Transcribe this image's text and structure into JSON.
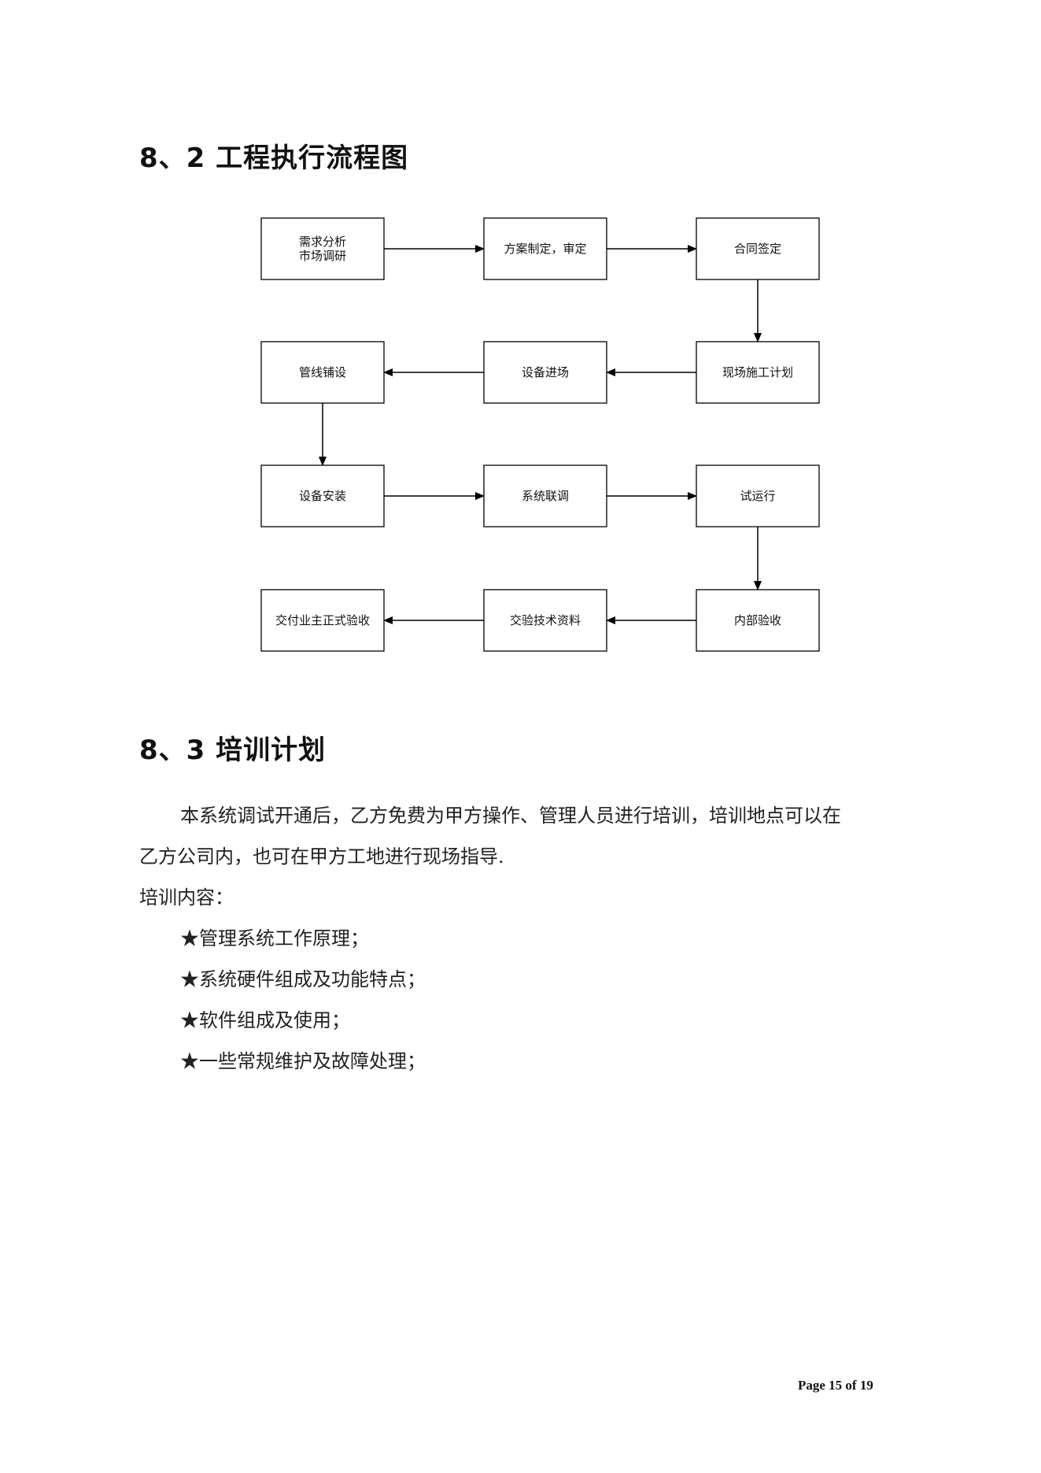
{
  "sections": [
    {
      "title": "8、2 工程执行流程图"
    },
    {
      "title": "8、3 培训计划"
    }
  ],
  "flow_nodes": [
    {
      "id": "n1",
      "lines": [
        "需求分析",
        "市场调研"
      ]
    },
    {
      "id": "n2",
      "lines": [
        "方案制定，审定"
      ]
    },
    {
      "id": "n3",
      "lines": [
        "合同签定"
      ]
    },
    {
      "id": "n4",
      "lines": [
        "现场施工计划"
      ]
    },
    {
      "id": "n5",
      "lines": [
        "设备进场"
      ]
    },
    {
      "id": "n6",
      "lines": [
        "管线铺设"
      ]
    },
    {
      "id": "n7",
      "lines": [
        "设备安装"
      ]
    },
    {
      "id": "n8",
      "lines": [
        "系统联调"
      ]
    },
    {
      "id": "n9",
      "lines": [
        "试运行"
      ]
    },
    {
      "id": "n10",
      "lines": [
        "内部验收"
      ]
    },
    {
      "id": "n11",
      "lines": [
        "交验技术资料"
      ]
    },
    {
      "id": "n12",
      "lines": [
        "交付业主正式验收"
      ]
    }
  ],
  "flow_edges": [
    [
      "n1",
      "n2"
    ],
    [
      "n2",
      "n3"
    ],
    [
      "n3",
      "n4"
    ],
    [
      "n4",
      "n5"
    ],
    [
      "n5",
      "n6"
    ],
    [
      "n6",
      "n7"
    ],
    [
      "n7",
      "n8"
    ],
    [
      "n8",
      "n9"
    ],
    [
      "n9",
      "n10"
    ],
    [
      "n10",
      "n11"
    ],
    [
      "n11",
      "n12"
    ]
  ],
  "training": {
    "intro_line1": "本系统调试开通后，乙方免费为甲方操作、管理人员进行培训，培训地点可以在",
    "intro_line2": "乙方公司内，也可在甲方工地进行现场指导.",
    "content_label": "培训内容：",
    "items": [
      "★管理系统工作原理；",
      "★系统硬件组成及功能特点；",
      "★软件组成及使用；",
      "★一些常规维护及故障处理；"
    ]
  },
  "footer": {
    "page_label": "Page 15 of 19"
  }
}
